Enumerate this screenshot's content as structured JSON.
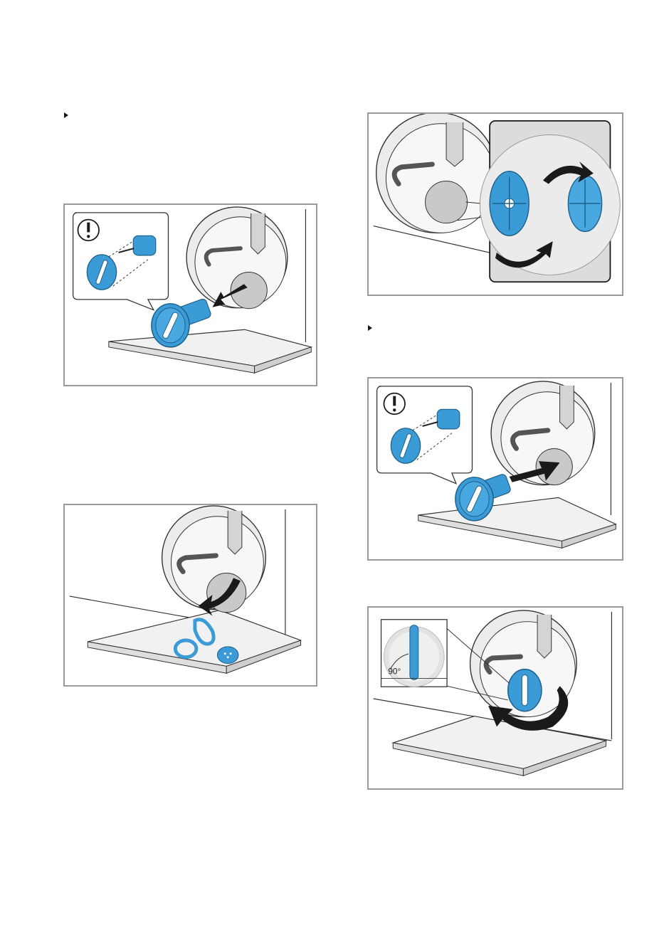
{
  "figures": [
    {
      "id": "remove-filter",
      "alt_icon": "warning-icon"
    },
    {
      "id": "remove-foreign-objects",
      "alt_icon": "arrow-down-icon"
    },
    {
      "id": "check-pump-impeller",
      "alt_icon": "rotate-icon"
    },
    {
      "id": "insert-filter",
      "alt_icon": "warning-icon"
    },
    {
      "id": "turn-filter",
      "angle_label": "90°"
    }
  ],
  "colors": {
    "accent_blue": "#3b9bd6",
    "accent_dark": "#1d5f8a",
    "frame_gray": "#9a9a9a",
    "shade_gray": "#c8c8c8"
  }
}
